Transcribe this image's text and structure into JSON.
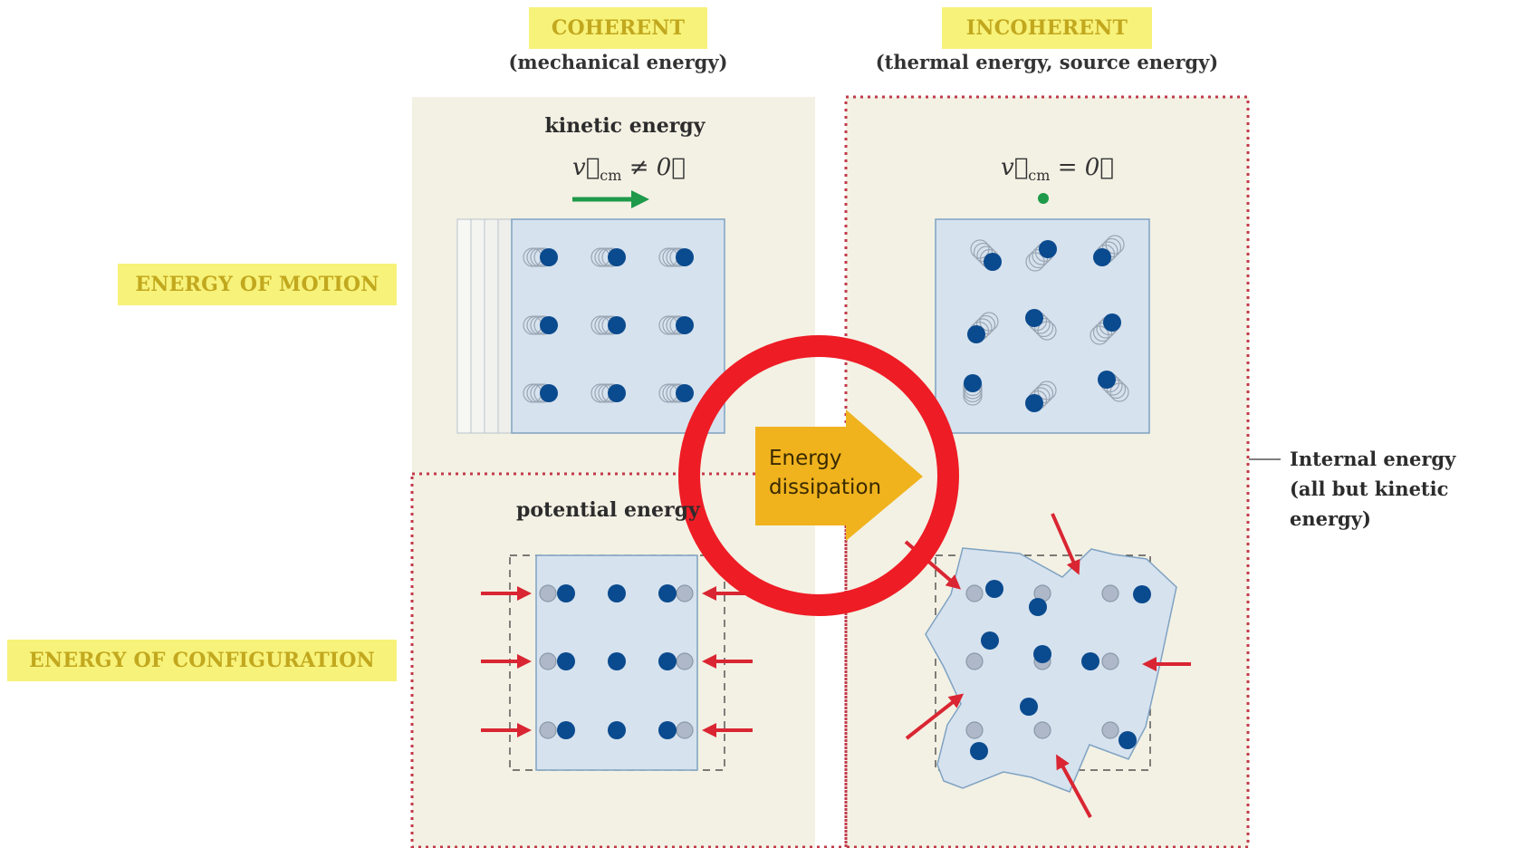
{
  "columns": {
    "coherent": {
      "title": "COHERENT",
      "subtitle": "(mechanical energy)"
    },
    "incoherent": {
      "title": "INCOHERENT",
      "subtitle": "(thermal energy, source energy)"
    }
  },
  "rows": {
    "motion": "ENERGY OF MOTION",
    "configuration": "ENERGY OF CONFIGURATION"
  },
  "panels": {
    "kinetic": {
      "title": "kinetic energy",
      "velocity_label": "v⃗cm ≠ 0⃗",
      "v": "v⃗",
      "sub": "cm",
      "rel": "≠",
      "zero": "0⃗"
    },
    "thermal": {
      "velocity_label": "v⃗cm = 0⃗",
      "v": "v⃗",
      "sub": "cm",
      "rel": "=",
      "zero": "0⃗"
    },
    "potential": {
      "title": "potential energy"
    }
  },
  "dissipation": {
    "line1": "Energy",
    "line2": "dissipation"
  },
  "internal": {
    "line1": "Internal  energy",
    "line2": "(all but  kinetic energy)"
  },
  "colors": {
    "panel_bg": "#f3f1e4",
    "box_fill": "#d6e2ee",
    "box_stroke": "#7fa2c2",
    "particle": "#0a4a8e",
    "ghost": "#aeb8c8",
    "velocity_arrow": "#1e9a4a",
    "force_arrow": "#d92632",
    "dotted_border": "#c23a4a",
    "dissipation_arrow": "#f0b31e",
    "ring": "#ee1c25",
    "tag_bg": "#f7f27a",
    "tag_text": "#c2a81e"
  }
}
